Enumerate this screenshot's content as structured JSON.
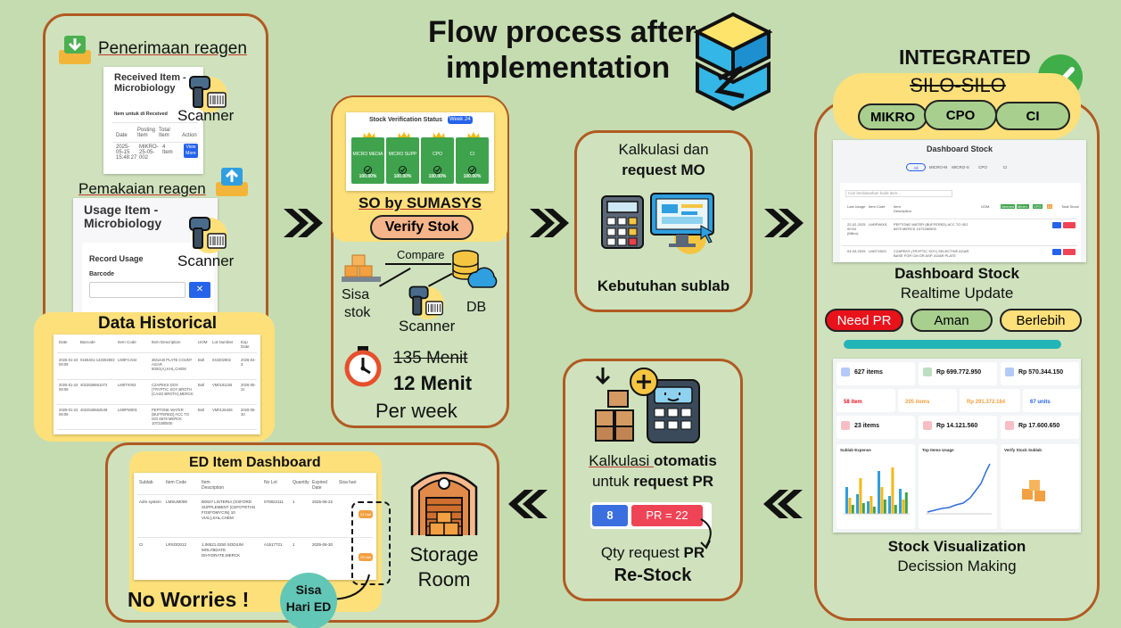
{
  "title": {
    "line1": "Flow process after",
    "line2": "implementation"
  },
  "panel1": {
    "penerimaan_label": "Penerimaan reagen",
    "received_card": {
      "title": "Received Item - Microbiology",
      "subtitle": "Item untuk di Received",
      "headers": [
        "Date",
        "Posting Item",
        "Total Item",
        "Action"
      ],
      "row": [
        "2025-05-15 15:48:27",
        "MIKRO-25-05-002",
        "4 Item",
        "View More"
      ]
    },
    "scanner_top": "Scanner",
    "pemakaian_label": "Pemakaian reagen",
    "usage_card": {
      "title": "Usage Item - Microbiology",
      "record_title": "Record Usage",
      "barcode_label": "Barcode"
    },
    "scanner_bottom": "Scanner",
    "historical": {
      "title": "Data Historical",
      "headers": [
        "Date",
        "Barcode",
        "Item Code",
        "Item Description",
        "UOM",
        "Lot Number",
        "Exp Date"
      ],
      "rows": [
        [
          "2025-01-24 09:09",
          "0165401-143302802",
          "LM0FCA04",
          "3M1440 PLATE COUNT AGAR 500G(A),KHL,CHEM",
          "Botl",
          "043302802",
          "2026-04-3"
        ],
        [
          "2025-01-24 09:09",
          "4022536661073",
          "LM0TX003",
          "CZAPEKS DOX (TRYPTIC SOY BROTH (CASO BROTH),MERCK",
          "Botl",
          "VM0191155",
          "2026-05-11"
        ],
        [
          "2025-01-24 09:09",
          "4022536662549",
          "LM0PW001",
          "PEPTONE WATER (BUFFERED) ACC TO ISO 6579 MERCK 1072280500",
          "Botl",
          "VM0126428",
          "2026-05-30"
        ]
      ]
    }
  },
  "panel2": {
    "card_title": "Stock Verification Status",
    "week_badge": "Week 24",
    "categories": [
      {
        "name": "MICRO MEDIA",
        "pct": "100.00%"
      },
      {
        "name": "MICRO SUPP",
        "pct": "100.00%"
      },
      {
        "name": "CPO",
        "pct": "100.00%"
      },
      {
        "name": "CI",
        "pct": "100.00%"
      }
    ],
    "so_title": "SO by SUMASYS",
    "verify_button": "Verify Stok",
    "compare": "Compare",
    "sisa_stok_1": "Sisa",
    "sisa_stok_2": "stok",
    "db": "DB",
    "scanner": "Scanner",
    "time_old": "135 Menit",
    "time_new": "12 Menit",
    "per_week": "Per week"
  },
  "panel3": {
    "line1": "Kalkulasi dan",
    "line2": "request MO",
    "caption": "Kebutuhan sublab"
  },
  "panel4": {
    "integrated": "INTEGRATED",
    "silo": "SILO-SILO",
    "tags": [
      "MIKRO",
      "CPO",
      "CI"
    ],
    "dashboard_card": {
      "title": "Dashboard Stock",
      "tabs": [
        "All",
        "MICRO-M",
        "MICRO-S",
        "CPO",
        "CI"
      ],
      "search": "Cari berdasarkan kode item...",
      "headers": [
        "Last Usage",
        "Item Code",
        "Item Description",
        "UOM",
        "Needed",
        "Minim.",
        "CPO",
        "CI",
        "Total Stock"
      ],
      "rows": [
        [
          "22-02-2025 00:54 (Mikro)",
          "LM0PW001",
          "PEPTONE WATER (BUFFERED) ACC TO ISO 6579 MERCK 1072280500"
        ],
        [
          "04-03-2025",
          "LM0TX003",
          "CZAPEKS (TRYPTIC SOY) SELECTIVE AGAR BASE FOR CM OR ASP. AGAR PLATE"
        ]
      ]
    },
    "dash_title": "Dashboard Stock",
    "dash_sub": "Realtime Update",
    "status": {
      "need_pr": "Need PR",
      "aman": "Aman",
      "berlebih": "Berlebih"
    },
    "viz_card": {
      "stats_row1": [
        "627 items",
        "Rp 699.772.950",
        "Rp 570.344.150"
      ],
      "stats_row2": [
        "58 item",
        "205 items",
        "Rp 291.372.184",
        "67 units"
      ],
      "stats_row3": [
        "23 items",
        "Rp 14.121.560",
        "Rp 17.600.650"
      ],
      "charts": [
        "Sublab Expense",
        "Top Items Usage",
        "Verify Stock Sublab"
      ]
    },
    "viz_title": "Stock Visualization",
    "viz_sub": "Decission Making"
  },
  "panel5": {
    "line1a": "Kalkulasi ",
    "line1b": "otomatis",
    "line2a": "untuk ",
    "line2b": "request PR",
    "calc_left": "8",
    "calc_right": "PR = 22",
    "qty_a": "Qty request ",
    "qty_b": "PR",
    "restock": "Re-Stock"
  },
  "panel6": {
    "ed_title": "ED Item Dashboard",
    "headers": [
      "Sublab",
      "Item Code",
      "Item Description",
      "No Lot",
      "Quantity",
      "Expired Date",
      "Sisa hari"
    ],
    "rows": [
      [
        "Adm system",
        "LMSUM009",
        "B0027 LISTERIA (OXFORD SUPPLEMENT (CEFOTETAN FOSFOMYCIN) 10 VIAL),KHL,CHEM",
        "070822111",
        "1",
        "2025-06-22",
        "31 hari"
      ],
      [
        "CI",
        "LRSOD012",
        "1.06521.0250 SODIUM MOLYBDATE DIHYDRATE,MERCK",
        "A1517721",
        "1",
        "2025-06-30",
        "39 hari"
      ]
    ],
    "no_worries": "No Worries !",
    "sisa_hari_1": "Sisa",
    "sisa_hari_2": "Hari ED",
    "storage_1": "Storage",
    "storage_2": "Room"
  },
  "colors": {
    "background": "#c5dcb0",
    "border": "#b05a22",
    "yellow": "#fde07a",
    "green_tag": "#a8cf8e",
    "need_pr": "#e8121b",
    "aman": "#a8cf8e",
    "berlebih": "#fde07a",
    "blue": "#3b6fe0",
    "green_check": "#3fae49"
  }
}
